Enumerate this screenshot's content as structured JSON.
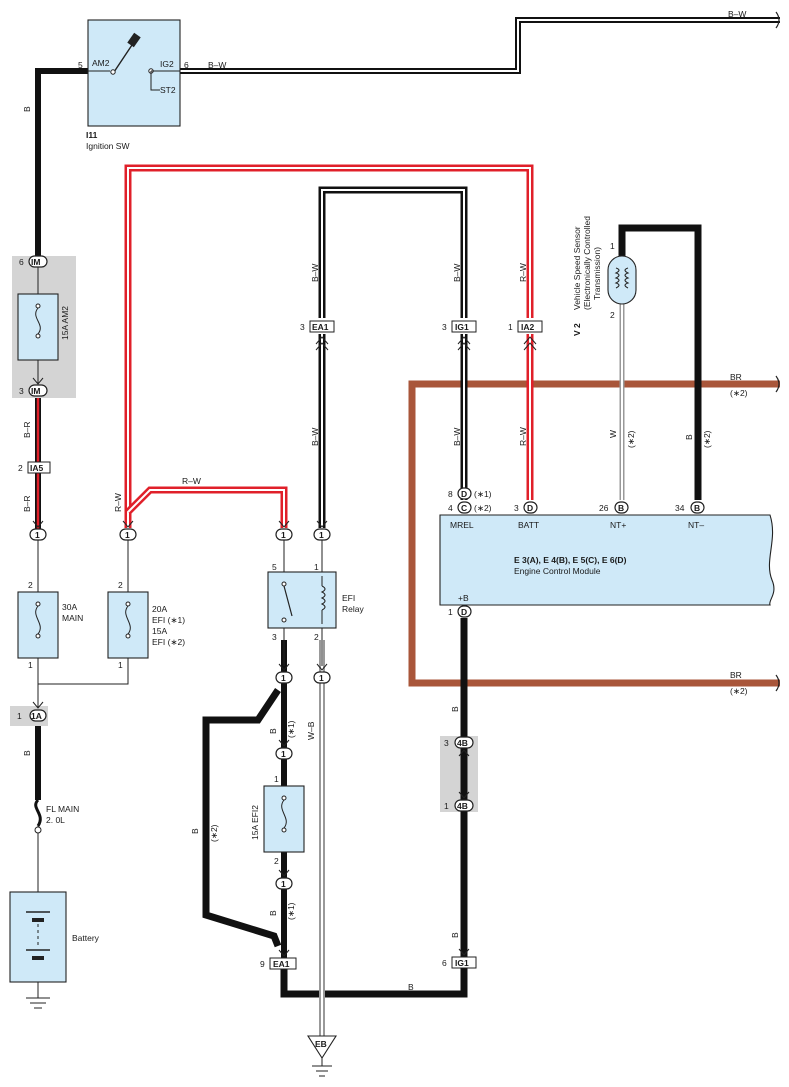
{
  "ignition_switch": {
    "code": "I11",
    "name": "Ignition SW",
    "pin_am2": "5",
    "label_am2": "AM2",
    "pin_ig2": "6",
    "label_ig2": "IG2",
    "label_st2": "ST2"
  },
  "wires": {
    "b": "B",
    "bw": "B–W",
    "br": "B–R",
    "rw": "R–W",
    "wb": "W–B",
    "w": "W",
    "brn": "BR"
  },
  "notes": {
    "n1": "(∗1)",
    "n2": "(∗2)"
  },
  "connectors": {
    "im": "IM",
    "ia5": "IA5",
    "ia1": "1A",
    "ea1": "EA1",
    "ig1": "IG1",
    "ia2": "IA2",
    "b4": "4B",
    "eb": "EB",
    "d": "D",
    "c": "C",
    "bb": "B"
  },
  "pins": {
    "p1": "1",
    "p2": "2",
    "p3": "3",
    "p4": "4",
    "p5": "5",
    "p6": "6",
    "p8": "8",
    "p9": "9",
    "p26": "26",
    "p34": "34"
  },
  "fuses": {
    "am2": "15A AM2",
    "main_amp": "30A",
    "main_name": "MAIN",
    "efi_line1": "20A",
    "efi_line2": "EFI (∗1)",
    "efi_line3": "15A",
    "efi_line4": "EFI (∗2)",
    "efi2": "15A EFI2",
    "fl_line1": "FL MAIN",
    "fl_line2": "2. 0L"
  },
  "relay": {
    "line1": "EFI",
    "line2": "Relay"
  },
  "battery": "Battery",
  "sensor": {
    "code": "V 2",
    "line1": "Vehicle Speed Sensor",
    "line2": "(Electronically Controlled",
    "line3": "Transmission)"
  },
  "ecm": {
    "codes": "E 3(A), E 4(B), E 5(C), E 6(D)",
    "name": "Engine Control Module",
    "t_mrel": "MREL",
    "t_batt": "BATT",
    "t_ntp": "NT+",
    "t_ntm": "NT–",
    "t_b": "+B"
  },
  "colors": {
    "component_fill": "#cfe9f8",
    "wire_red": "#e0202a",
    "wire_brown": "#a9563a",
    "shade": "#d4d4d4"
  }
}
